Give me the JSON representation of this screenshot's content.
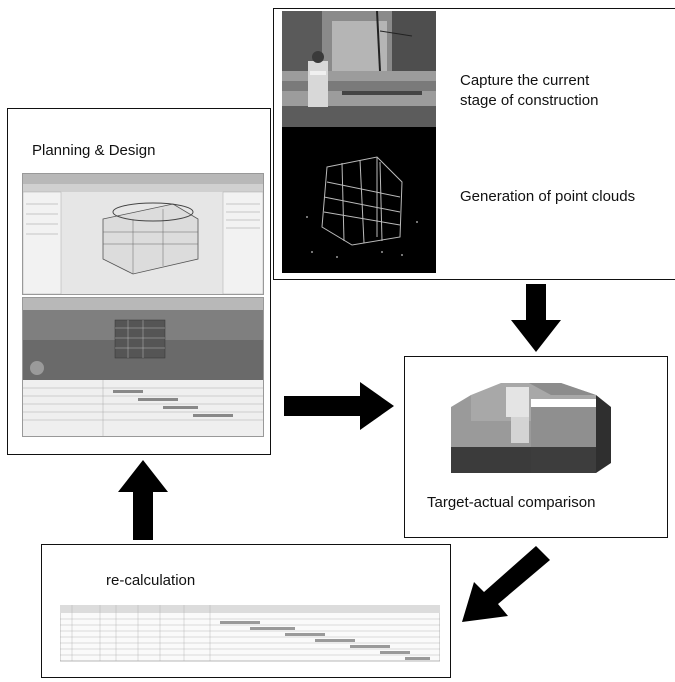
{
  "capture": {
    "label_line1": "Capture the current",
    "label_line2": "stage of construction",
    "point_cloud_label": "Generation of point clouds"
  },
  "planning": {
    "title": "Planning & Design"
  },
  "comparison": {
    "label": "Target-actual comparison"
  },
  "recalc": {
    "title": "re-calculation"
  },
  "colors": {
    "border": "#111111",
    "arrow": "#000000",
    "block_top": "#9a9a9a",
    "block_dark": "#3b3b3b"
  }
}
